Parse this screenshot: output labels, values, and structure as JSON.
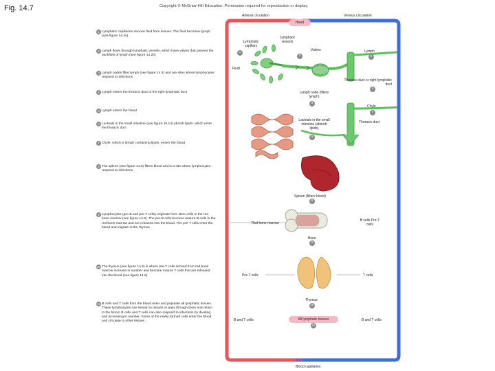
{
  "figure_label": "Fig. 14.7",
  "copyright": "Copyright © McGraw-Hill Education. Permission required for reproduction or display.",
  "colors": {
    "arterial": "#e5555b",
    "venous": "#3e6fd6",
    "lymph": "#5bbf5b",
    "badge": "#8a8a8a",
    "heart_label": "#f5b8c4"
  },
  "steps": [
    {
      "num": "1",
      "text": "Lymphatic capillaries remove fluid from tissues. The fluid becomes lymph (see figure 14.2a)"
    },
    {
      "num": "2",
      "text": "Lymph flows through lymphatic vessels, which have valves that prevent the backflow of lymph (see figure 14.2b)"
    },
    {
      "num": "3",
      "text": "Lymph nodes filter lymph (see figure 14.4) and are sites where lymphocytes respond to infections"
    },
    {
      "num": "4",
      "text": "Lymph enters the thoracic duct or the right lymphatic duct"
    },
    {
      "num": "5",
      "text": "Lymph enters the blood"
    },
    {
      "num": "6",
      "text": "Lacteals in the small intestine (see figure 16.14) absorb lipids, which enter the thoracic duct"
    },
    {
      "num": "7",
      "text": "Chyle, which is lymph containing lipids, enters the blood"
    },
    {
      "num": "8",
      "text": "The spleen (see figure 14.5) filters blood and is a site where lymphocytes respond to infections"
    },
    {
      "num": "9",
      "text": "Lymphocytes (pre-B and pre-T cells) originate from stem cells in the red bone marrow (see figure 14.9). The pre-B cells become mature B cells in the red bone marrow and are released into the blood. The pre-T cells enter the blood and migrate to the thymus"
    },
    {
      "num": "10",
      "text": "The thymus (see figure 14.6) is where pre-T cells derived from red bone marrow increase in number and become mature T cells that are released into the blood (see figure 14.9)"
    },
    {
      "num": "11",
      "text": "B cells and T cells from the blood enter and populate all lymphatic tissues. These lymphocytes can remain in tissues or pass through them and return to the blood. B cells and T cells can also respond to infections by dividing and increasing in number. Some of the newly formed cells enter the blood and circulate to other tissues"
    }
  ],
  "labels": {
    "arterial": "Arterial circulation",
    "venous": "Venous circulation",
    "heart": "Heart",
    "lymphatic_capillary": "Lymphatic capillary",
    "lymphatic_vessels": "Lymphatic vessels",
    "valves": "Valves",
    "lymph": "Lymph",
    "fluid": "Fluid",
    "thoracic_duct_or_right": "Thoracic duct or right lymphatic duct",
    "lymph_node": "Lymph node (filters lymph)",
    "chyle": "Chyle",
    "lacteals": "Lacteals in the small intestine (absorb lipids)",
    "thoracic_duct": "Thoracic duct",
    "spleen": "Spleen (filters blood)",
    "red_bone_marrow": "Red bone marrow",
    "bone": "Bone",
    "b_cells_pre_t": "B cells Pre-T cells",
    "pre_t_cells": "Pre-T cells",
    "t_cells": "T cells",
    "thymus": "Thymus",
    "b_and_t_left": "B and T cells",
    "all_lymphatic": "All lymphatic tissues",
    "b_and_t_right": "B and T cells",
    "blood_capillaries": "Blood capillaries"
  },
  "badges": {
    "capillary": "1",
    "vessels": "2",
    "node": "3",
    "duct": "4",
    "lymph": "5",
    "lacteal": "6",
    "chyle": "7",
    "spleen": "8",
    "bone": "9",
    "thymus": "10",
    "all_tissue": "11"
  }
}
